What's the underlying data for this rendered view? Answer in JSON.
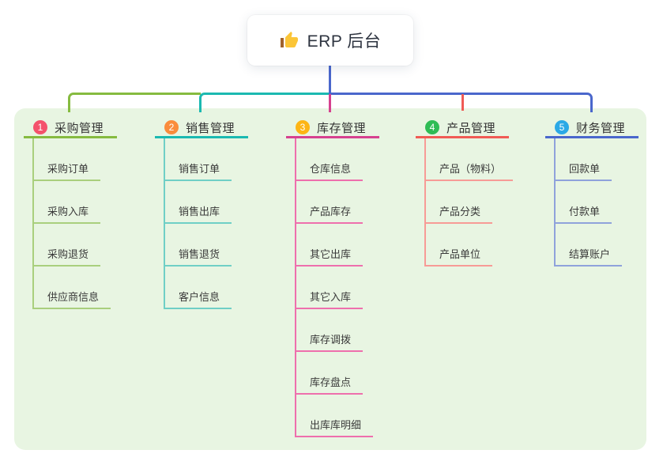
{
  "root": {
    "title": "ERP 后台",
    "icon": "thumbs-up-icon"
  },
  "panel": {
    "background": "#E8F5E2"
  },
  "connector": {
    "stem_color": "#4A67CC"
  },
  "columns": [
    {
      "badge": "1",
      "badge_color": "#F4526C",
      "title": "采购管理",
      "color": "#86BB40",
      "tint": "#A9CF7D",
      "items": [
        "采购订单",
        "采购入库",
        "采购退货",
        "供应商信息"
      ]
    },
    {
      "badge": "2",
      "badge_color": "#FA8C3C",
      "title": "销售管理",
      "color": "#1BB9B1",
      "tint": "#6FCFC6",
      "items": [
        "销售订单",
        "销售出库",
        "销售退货",
        "客户信息"
      ]
    },
    {
      "badge": "3",
      "badge_color": "#FDB515",
      "title": "库存管理",
      "color": "#D6418F",
      "tint": "#EE6FAD",
      "items": [
        "仓库信息",
        "产品库存",
        "其它出库",
        "其它入库",
        "库存调拨",
        "库存盘点",
        "出库库明细"
      ]
    },
    {
      "badge": "4",
      "badge_color": "#2FBC55",
      "title": "产品管理",
      "color": "#F05B55",
      "tint": "#F79B96",
      "items": [
        "产品（物料）",
        "产品分类",
        "产品单位"
      ]
    },
    {
      "badge": "5",
      "badge_color": "#2BA9E6",
      "title": "财务管理",
      "color": "#4A67CC",
      "tint": "#8FA2DB",
      "items": [
        "回款单",
        "付款单",
        "结算账户"
      ]
    }
  ]
}
